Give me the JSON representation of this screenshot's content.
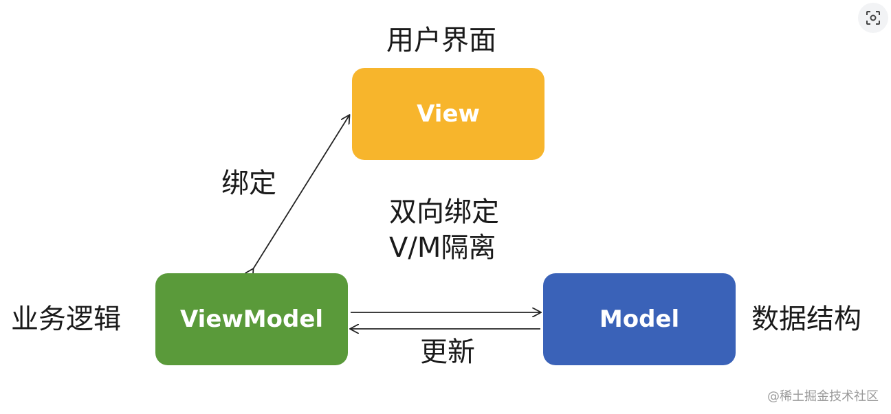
{
  "nodes": {
    "view": {
      "label": "View",
      "caption": "用户界面",
      "color": "#F7B52C"
    },
    "viewmodel": {
      "label": "ViewModel",
      "caption": "业务逻辑",
      "color": "#5A9A3A"
    },
    "model": {
      "label": "Model",
      "caption": "数据结构",
      "color": "#3A62B8"
    }
  },
  "edges": {
    "view_viewmodel": {
      "label": "绑定"
    },
    "center_line1": "双向绑定",
    "center_line2": "V/M隔离",
    "viewmodel_model": {
      "label": "更新"
    }
  },
  "watermark": "@稀土掘金技术社区",
  "toolbar": {
    "icon": "scan-icon"
  }
}
